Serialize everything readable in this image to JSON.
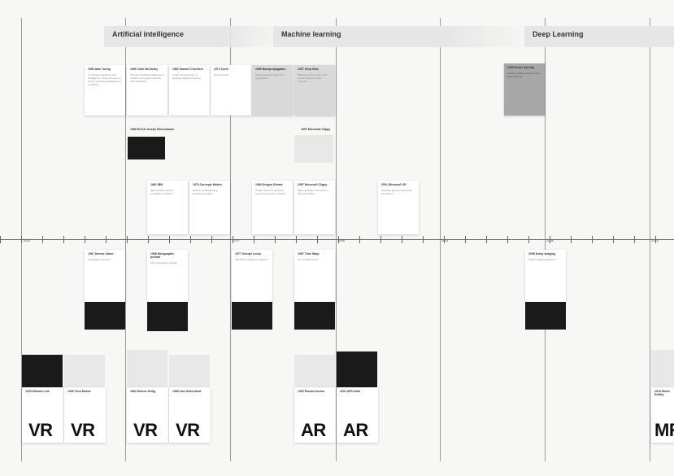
{
  "eras": [
    {
      "label": "Artificial intelligence"
    },
    {
      "label": "Machine learning"
    },
    {
      "label": "Deep Learning"
    }
  ],
  "years": [
    "1925",
    "1975",
    "1998",
    "2001",
    "2006",
    "2016"
  ],
  "upper_cards": [
    {
      "title": "1950 Alan Turing",
      "body": "Computing machinery and intelligence. Turing proposes a test for machine intelligence of a machine."
    },
    {
      "title": "1955 John McCarthy",
      "body": "The term artificial intelligence is coined by computer scientist John McCarthy."
    },
    {
      "title": "1962 Samuel Checkers",
      "body": "Arthur Samuel writes a checkers-playing program."
    },
    {
      "title": "1974 Cycle",
      "body": "First AI winter."
    },
    {
      "title": "1986 Backpropagation",
      "body": "Backpropagation algorithm popularised."
    },
    {
      "title": "1997 Deep Blue",
      "body": "IBM Deep Blue beats world chess champion Garry Kasparov."
    },
    {
      "title": "2006 Deep Learning",
      "body": "Geoffrey Hinton coins the term deep learning."
    }
  ],
  "upper_small": [
    {
      "title": "1966 ELIZA Joseph Weizenbaum"
    },
    {
      "title": "1997 Microsoft Clippy"
    }
  ],
  "mid_cards": [
    {
      "title": "1961 IBM",
      "body": "IBM Shoebox speech recognition machine."
    },
    {
      "title": "1970 Carnegie Mellon",
      "body": "Speech Understanding Research program."
    },
    {
      "title": "1989 Dragon Dictate",
      "body": "Dragon Systems releases speech recognition software."
    },
    {
      "title": "1997 Microsoft Clippy",
      "body": "Office assistant introduced in Microsoft Office."
    },
    {
      "title": "2001 Microsoft XP",
      "body": "Windows speech recognition introduced."
    }
  ],
  "lower_cards": [
    {
      "title": "1967 Dennis Gabor",
      "body": "Holography invented."
    },
    {
      "title": "1968 Holographic portrait",
      "body": "First holographic portrait."
    },
    {
      "title": "1977 George Lucas",
      "body": "Star Wars hologram projection."
    },
    {
      "title": "1997 Time Warp",
      "body": "First virtual concert."
    },
    {
      "title": "2006 Dolby Imaging",
      "body": "Digital imaging advances."
    }
  ],
  "bottom_cards": [
    {
      "title": "1929 Edward Link",
      "tag": "VR"
    },
    {
      "title": "1939 View-Master",
      "tag": "VR"
    },
    {
      "title": "1962 Morton Heilig",
      "tag": "VR"
    },
    {
      "title": "1968 Ivan Sutherland",
      "tag": "VR"
    },
    {
      "title": "1992 Ronald Azuma",
      "tag": "AR"
    },
    {
      "title": "2001 ARToolkit",
      "tag": "AR"
    },
    {
      "title": "2016 Mixed Reality",
      "tag": "MR"
    }
  ]
}
